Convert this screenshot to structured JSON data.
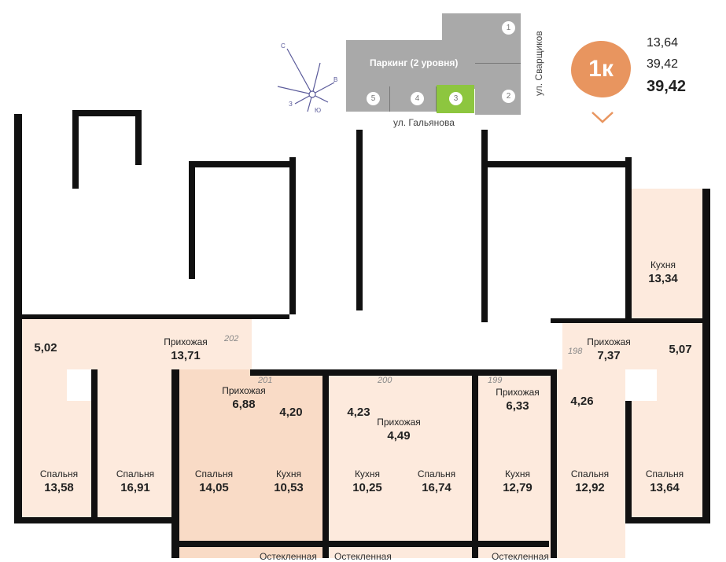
{
  "compass": {
    "n": "С",
    "e": "В",
    "w": "З",
    "s": "Ю"
  },
  "site_plan": {
    "parking": "Паркинг (2 уровня)",
    "sections": [
      "1",
      "2",
      "3",
      "4",
      "5"
    ],
    "selected_section": "3",
    "street_bottom": "ул. Гальянова",
    "street_right": "ул. Сварщиков"
  },
  "badge": {
    "label": "1к",
    "values": [
      "13,64",
      "39,42"
    ],
    "total": "39,42",
    "color": "#e8955f"
  },
  "apartment_numbers": [
    "202",
    "201",
    "200",
    "199",
    "198"
  ],
  "rooms": [
    {
      "name": "",
      "area": "5,02"
    },
    {
      "name": "Спальня",
      "area": "13,58"
    },
    {
      "name": "Прихожая",
      "area": "13,71"
    },
    {
      "name": "Спальня",
      "area": "16,91"
    },
    {
      "name": "Прихожая",
      "area": "6,88"
    },
    {
      "name": "Спальня",
      "area": "14,05"
    },
    {
      "name": "",
      "area": "4,20"
    },
    {
      "name": "Кухня",
      "area": "10,53"
    },
    {
      "name": "",
      "area": "4,23"
    },
    {
      "name": "Прихожая",
      "area": "4,49"
    },
    {
      "name": "Кухня",
      "area": "10,25"
    },
    {
      "name": "Спальня",
      "area": "16,74"
    },
    {
      "name": "Прихожая",
      "area": "6,33"
    },
    {
      "name": "Кухня",
      "area": "12,79"
    },
    {
      "name": "",
      "area": "4,26"
    },
    {
      "name": "Спальня",
      "area": "12,92"
    },
    {
      "name": "Прихожая",
      "area": "7,37"
    },
    {
      "name": "Кухня",
      "area": "13,34"
    },
    {
      "name": "",
      "area": "5,07"
    },
    {
      "name": "Спальня",
      "area": "13,64"
    }
  ],
  "balcony_label": "Остекленная"
}
